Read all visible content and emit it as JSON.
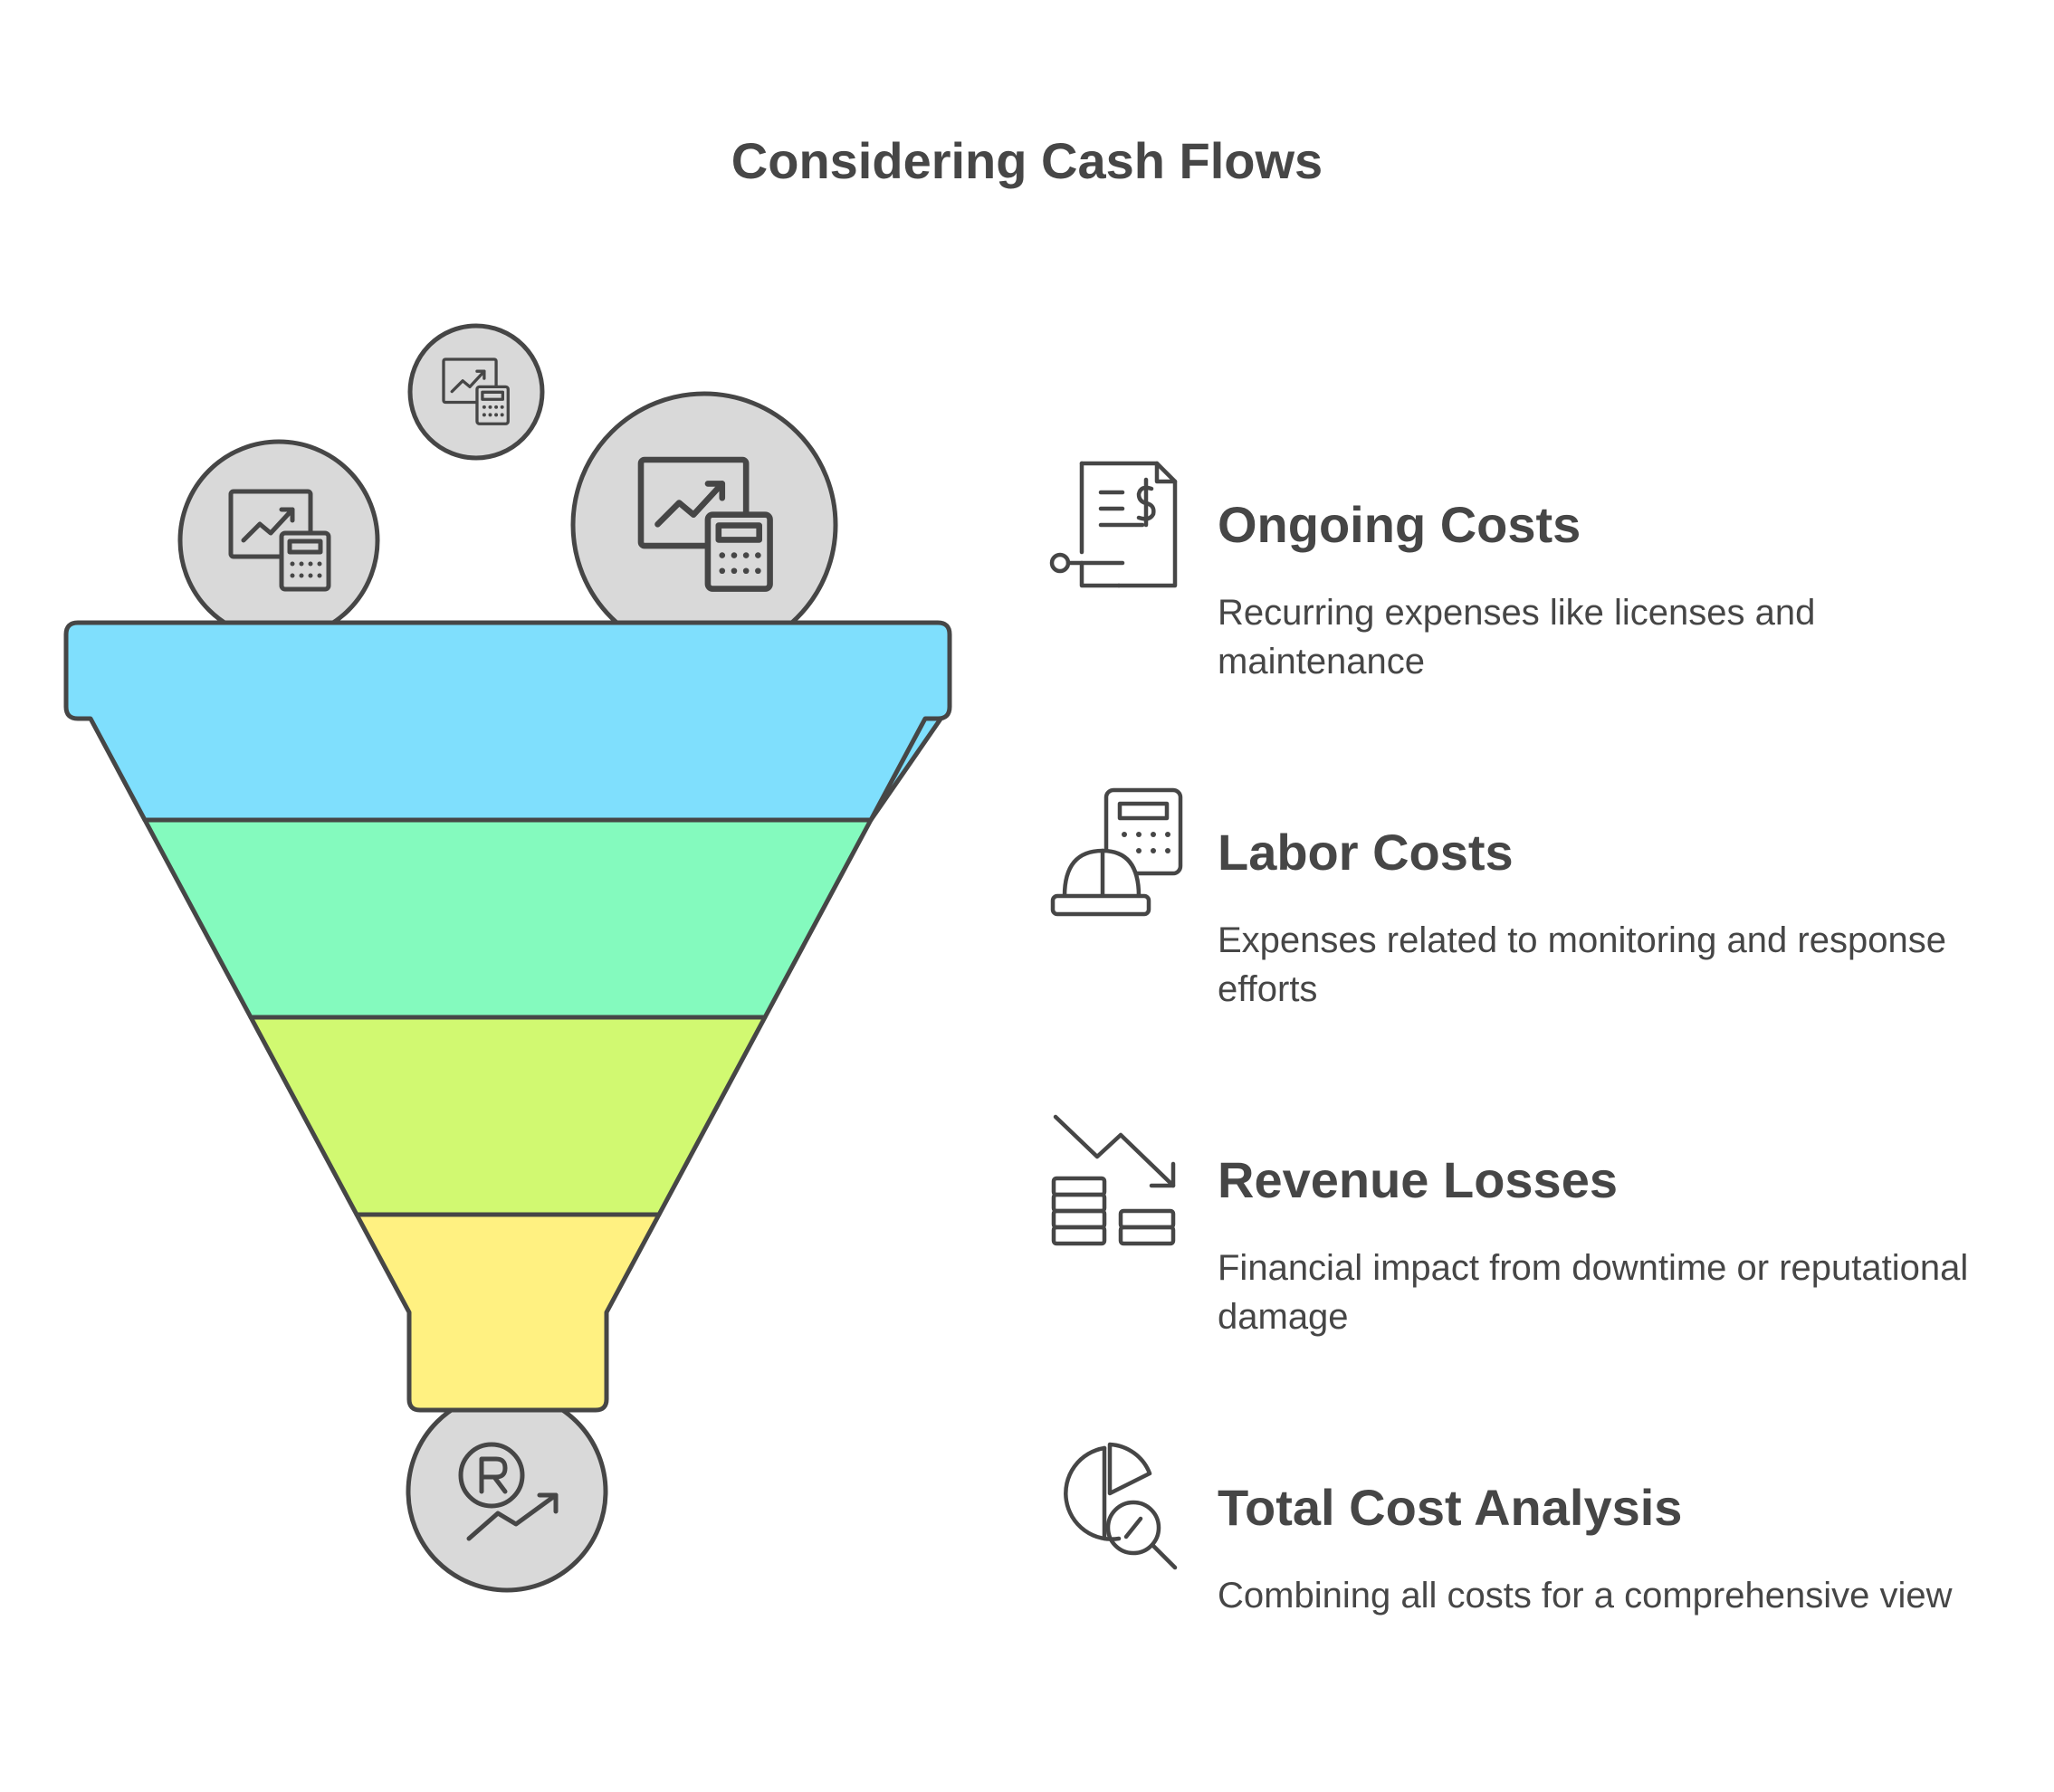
{
  "title": "Considering Cash Flows",
  "colors": {
    "stroke": "#464646",
    "circle_fill": "#d9d9d9",
    "layer1": "#7fdffd",
    "layer2": "#84fabe",
    "layer3": "#d1f971",
    "layer4": "#fff181"
  },
  "funnel": {
    "top_icons": [
      "analytics-calculator-icon",
      "analytics-calculator-icon",
      "analytics-calculator-icon"
    ],
    "bottom_icon": "rupee-growth-icon",
    "layers": [
      {
        "name": "layer-1",
        "color_key": "layer1"
      },
      {
        "name": "layer-2",
        "color_key": "layer2"
      },
      {
        "name": "layer-3",
        "color_key": "layer3"
      },
      {
        "name": "layer-4",
        "color_key": "layer4"
      }
    ]
  },
  "items": [
    {
      "title": "Ongoing Costs",
      "description": "Recurring expenses like licenses and maintenance",
      "icon": "invoice-dollar-icon"
    },
    {
      "title": "Labor Costs",
      "description": "Expenses related to monitoring and response efforts",
      "icon": "hardhat-calculator-icon"
    },
    {
      "title": "Revenue Losses",
      "description": "Financial impact from downtime or reputational damage",
      "icon": "coins-downtrend-icon"
    },
    {
      "title": "Total Cost Analysis",
      "description": "Combining all costs for a comprehensive view",
      "icon": "pie-chart-magnifier-icon"
    }
  ]
}
